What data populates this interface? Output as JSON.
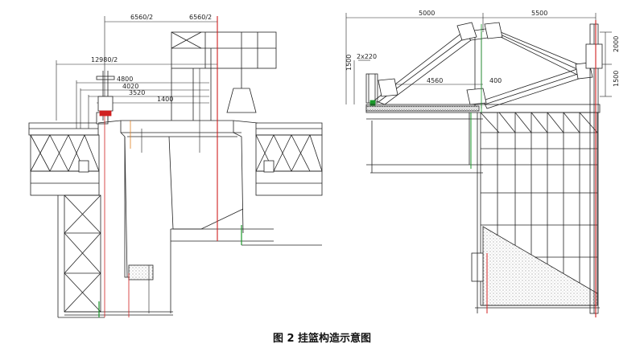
{
  "caption": "图 2 挂篮构造示意图",
  "left_drawing": {
    "dimensions": [
      "6560/2",
      "6560/2",
      "12980/2",
      "4800",
      "4020",
      "3520",
      "1400"
    ]
  },
  "right_drawing": {
    "dimensions": [
      "5000",
      "5500",
      "2000",
      "1500",
      "1500",
      "2x220",
      "4560",
      "400"
    ]
  },
  "colors": {
    "line": "#222222",
    "red_axis": "#d02020",
    "green_axis": "#1a9a2a",
    "orange": "#e08020"
  }
}
